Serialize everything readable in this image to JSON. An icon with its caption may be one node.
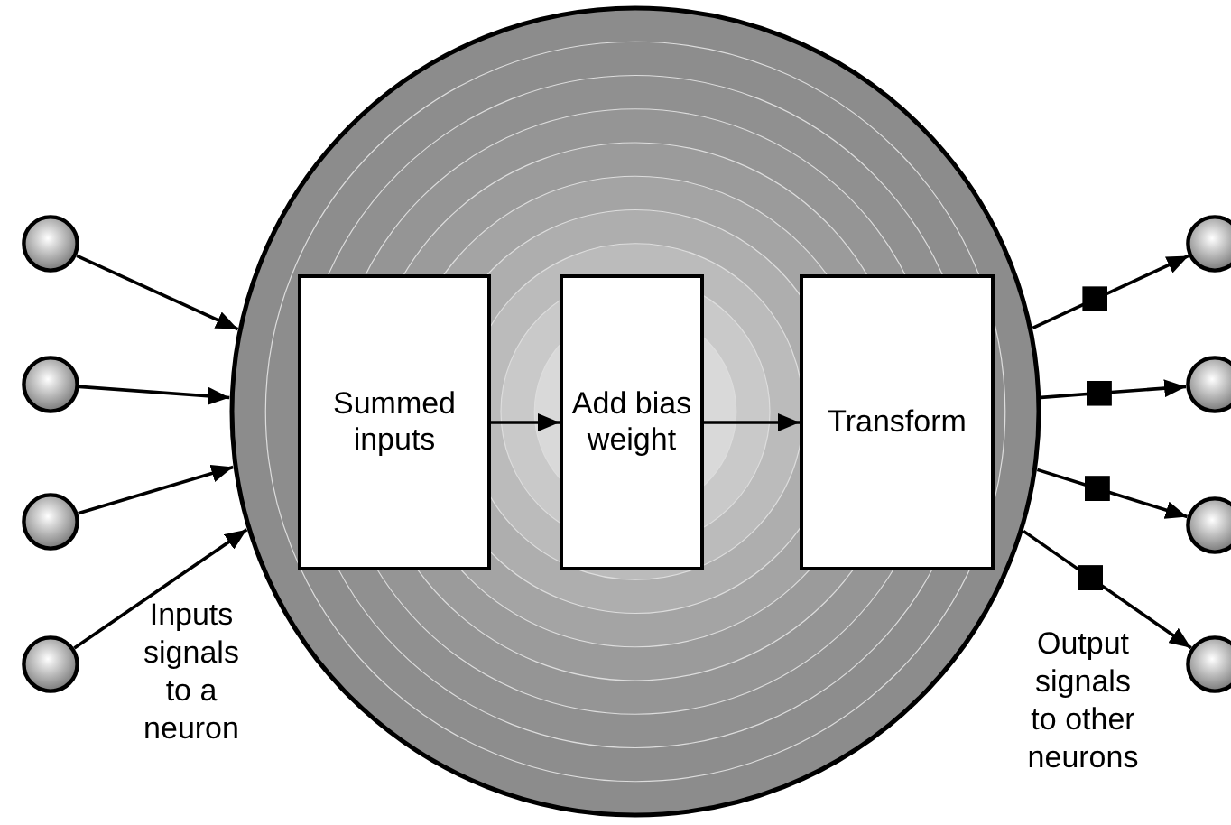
{
  "diagram": {
    "nodes": [
      {
        "text": [],
        "shape": "circle"
      },
      {
        "text": [],
        "shape": "circle"
      },
      {
        "text": [],
        "shape": "circle"
      },
      {
        "text": [],
        "shape": "circle"
      },
      {
        "text": [],
        "shape": "circle"
      },
      {
        "text": [
          "Summed inputs"
        ],
        "in": 4
      },
      {
        "text": [
          "Add bias weight"
        ],
        "in": 4
      },
      {
        "text": [
          "Transform"
        ],
        "in": 4
      },
      {
        "text": [],
        "shape": "circle"
      },
      {
        "text": [],
        "shape": "circle"
      },
      {
        "text": [],
        "shape": "circle"
      },
      {
        "text": [],
        "shape": "circle"
      }
    ],
    "edges": [
      {
        "from": 0,
        "to": 4,
        "arrow": "to"
      },
      {
        "from": 1,
        "to": 4,
        "arrow": "to"
      },
      {
        "from": 2,
        "to": 4,
        "arrow": "to"
      },
      {
        "from": 3,
        "to": 4,
        "arrow": "to"
      },
      {
        "from": 5,
        "to": 6,
        "arrow": "to"
      },
      {
        "from": 6,
        "to": 7,
        "arrow": "to"
      },
      {
        "from": 4,
        "to": 8,
        "arrow": "to"
      },
      {
        "from": 4,
        "to": 9,
        "arrow": "to"
      },
      {
        "from": 4,
        "to": 10,
        "arrow": "to"
      },
      {
        "from": 4,
        "to": 11,
        "arrow": "to"
      }
    ],
    "labels": [
      "Inputs signals to a neuron",
      "Output signals to other neurons"
    ]
  }
}
